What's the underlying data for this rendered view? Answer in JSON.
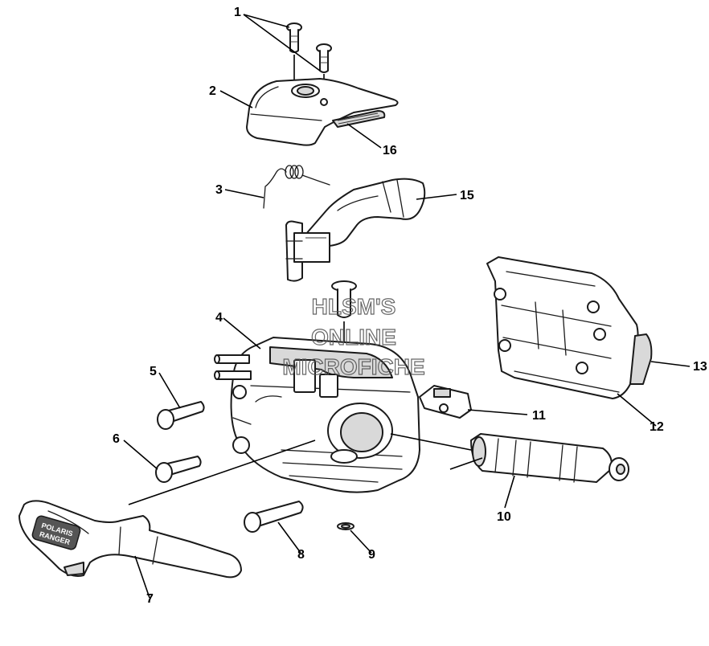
{
  "callouts": {
    "c1": "1",
    "c2": "2",
    "c3": "3",
    "c4": "4",
    "c5": "5",
    "c6": "6",
    "c7": "7",
    "c8": "8",
    "c9": "9",
    "c10": "10",
    "c11": "11",
    "c12": "12",
    "c13": "13",
    "c15": "15",
    "c16": "16"
  },
  "lever_logo": {
    "line1": "POLARIS",
    "line2": "RANGER"
  },
  "watermark": {
    "line1": "HLSM'S",
    "line2": "ONLINE",
    "line3": "MICROFICHE"
  }
}
